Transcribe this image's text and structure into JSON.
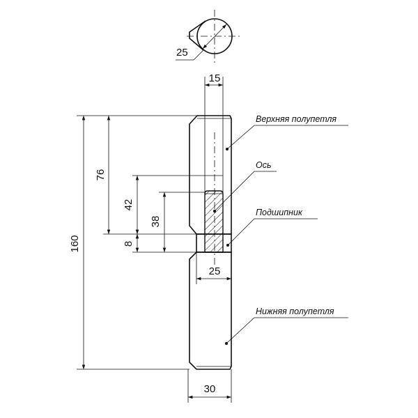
{
  "dimensions": {
    "top_diameter": "25",
    "upper_width": "15",
    "total_height": "160",
    "upper_height": "76",
    "bore_depth": "42",
    "axis_length": "38",
    "bearing_height": "8",
    "bearing_width": "25",
    "body_width": "30"
  },
  "labels": {
    "upper_half": "Верхняя полупетля",
    "axis": "Ось",
    "bearing": "Подшипник",
    "lower_half": "Нижняя полупетля"
  }
}
